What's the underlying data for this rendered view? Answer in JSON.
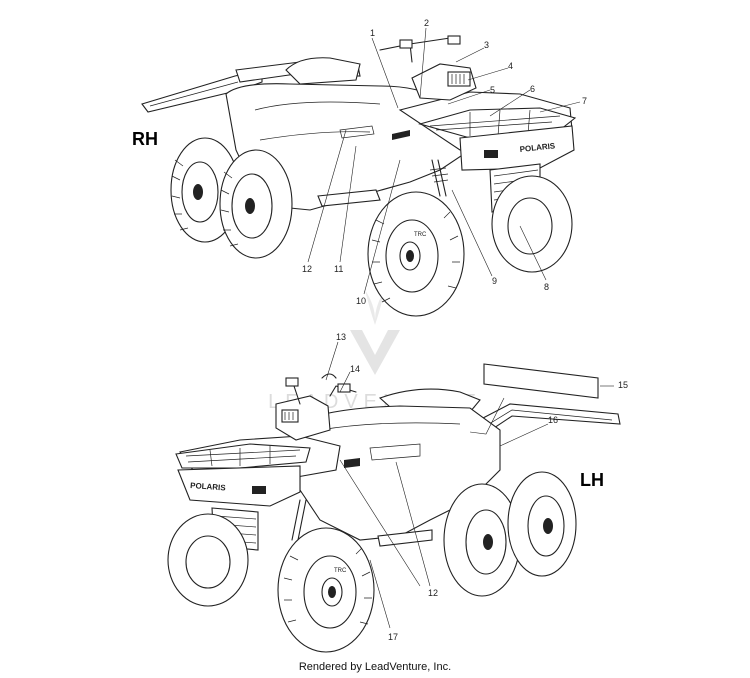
{
  "views": {
    "rh_label": "RH",
    "lh_label": "LH"
  },
  "callouts_rh": [
    "1",
    "2",
    "3",
    "4",
    "5",
    "6",
    "7",
    "8",
    "9",
    "10",
    "11",
    "12"
  ],
  "callouts_lh": [
    "13",
    "14",
    "15",
    "16",
    "12",
    "17"
  ],
  "watermark": "LEADVENTURE",
  "footer": "Rendered by LeadVenture, Inc.",
  "colors": {
    "line": "#222222",
    "watermark": "#d9d9d9",
    "background": "#ffffff"
  }
}
